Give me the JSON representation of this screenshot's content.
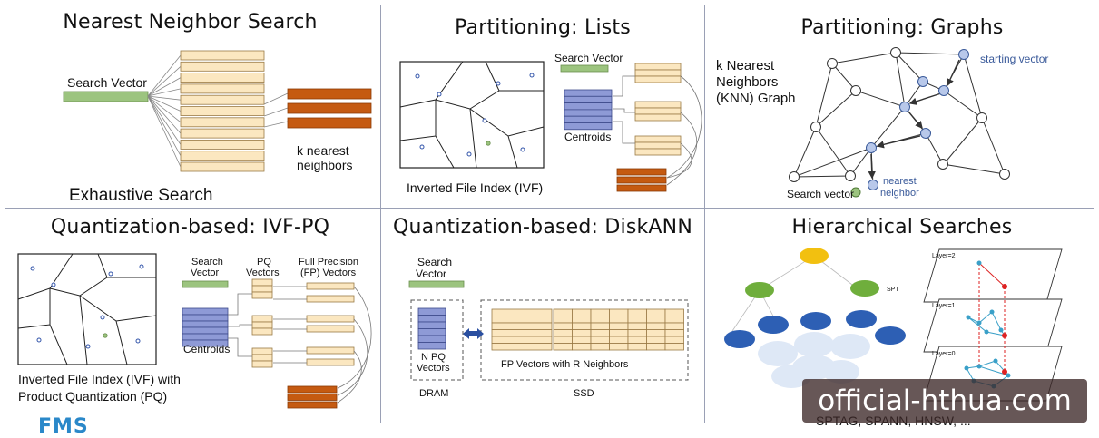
{
  "panels": {
    "nn": {
      "title": "Nearest Neighbor Search",
      "search_vector": "Search Vector",
      "k_nearest_1": "k nearest",
      "k_nearest_2": "neighbors",
      "footer": "Exhaustive Search"
    },
    "lists": {
      "title": "Partitioning: Lists",
      "search_vector": "Search Vector",
      "centroids": "Centroids",
      "caption": "Inverted File Index (IVF)"
    },
    "graphs": {
      "title": "Partitioning: Graphs",
      "knn_1": "k Nearest",
      "knn_2": "Neighbors",
      "knn_3": "(KNN) Graph",
      "starting_vector": "starting vector",
      "nearest_1": "nearest",
      "nearest_2": "neighbor",
      "search_vector": "Search vector"
    },
    "ivfpq": {
      "title": "Quantization-based: IVF-PQ",
      "search_1": "Search",
      "search_2": "Vector",
      "pq_1": "PQ",
      "pq_2": "Vectors",
      "fp_1": "Full Precision",
      "fp_2": "(FP) Vectors",
      "centroids": "Centroids",
      "caption_1": "Inverted File Index (IVF) with",
      "caption_2": "Product Quantization (PQ)"
    },
    "diskann": {
      "title": "Quantization-based: DiskANN",
      "search_1": "Search",
      "search_2": "Vector",
      "npq_1": "N PQ",
      "npq_2": "Vectors",
      "fp_caption": "FP Vectors with R Neighbors",
      "dram": "DRAM",
      "ssd": "SSD"
    },
    "hier": {
      "title": "Hierarchical Searches",
      "layer2": "Layer=2",
      "layer1": "Layer=1",
      "layer0": "Layer=0",
      "spt": "SPT",
      "footer": "SPTAG, SPANN, HNSW, ..."
    }
  },
  "watermark": "official-hthua.com",
  "logo": "FMS",
  "colors": {
    "search_vector": "#9cc47f",
    "db_vector": "#fbe7c0",
    "neighbor": "#c55a11",
    "centroid": "#8e9ad6",
    "graph_node_highlight": "#b8c8ea",
    "divider": "#9aa0b5"
  }
}
